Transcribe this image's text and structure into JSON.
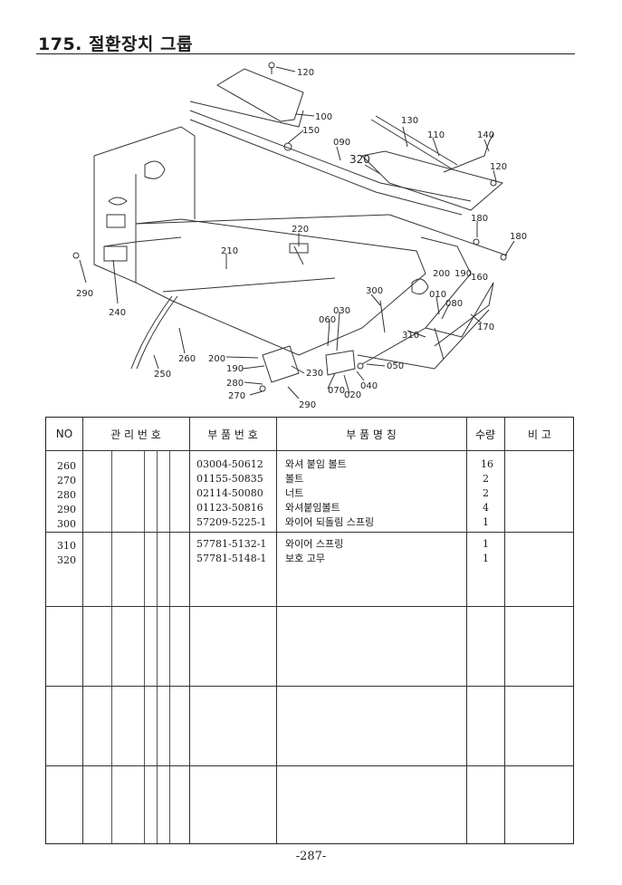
{
  "page": {
    "title": "175. 절환장치 그룹",
    "page_number": "-287-"
  },
  "diagram": {
    "callouts": [
      "120",
      "100",
      "150",
      "090",
      "130",
      "110",
      "140",
      "320",
      "120",
      "180",
      "180",
      "220",
      "210",
      "200",
      "190",
      "160",
      "290",
      "240",
      "300",
      "010",
      "080",
      "060",
      "030",
      "170",
      "310",
      "050",
      "200",
      "190",
      "230",
      "040",
      "280",
      "070",
      "020",
      "270",
      "290",
      "260",
      "250"
    ]
  },
  "table": {
    "headers": {
      "no": "NO",
      "mgmt": "관 리 번 호",
      "part_no": "부 품 번 호",
      "part_name": "부   품   명   칭",
      "qty": "수량",
      "remark": "비 고"
    },
    "rows": [
      {
        "no": "260",
        "part_no": "03004-50612",
        "name": "와셔 붙임 볼트",
        "qty": "16"
      },
      {
        "no": "270",
        "part_no": "01155-50835",
        "name": "볼트",
        "qty": "2"
      },
      {
        "no": "280",
        "part_no": "02114-50080",
        "name": "너트",
        "qty": "2"
      },
      {
        "no": "290",
        "part_no": "01123-50816",
        "name": "와셔붙임볼트",
        "qty": "4"
      },
      {
        "no": "300",
        "part_no": "57209-5225-1",
        "name": "와이어 되돌림 스프링",
        "qty": "1"
      },
      {
        "no": "310",
        "part_no": "57781-5132-1",
        "name": "와이어 스프링",
        "qty": "1"
      },
      {
        "no": "320",
        "part_no": "57781-5148-1",
        "name": "보호 고무",
        "qty": "1"
      }
    ]
  }
}
